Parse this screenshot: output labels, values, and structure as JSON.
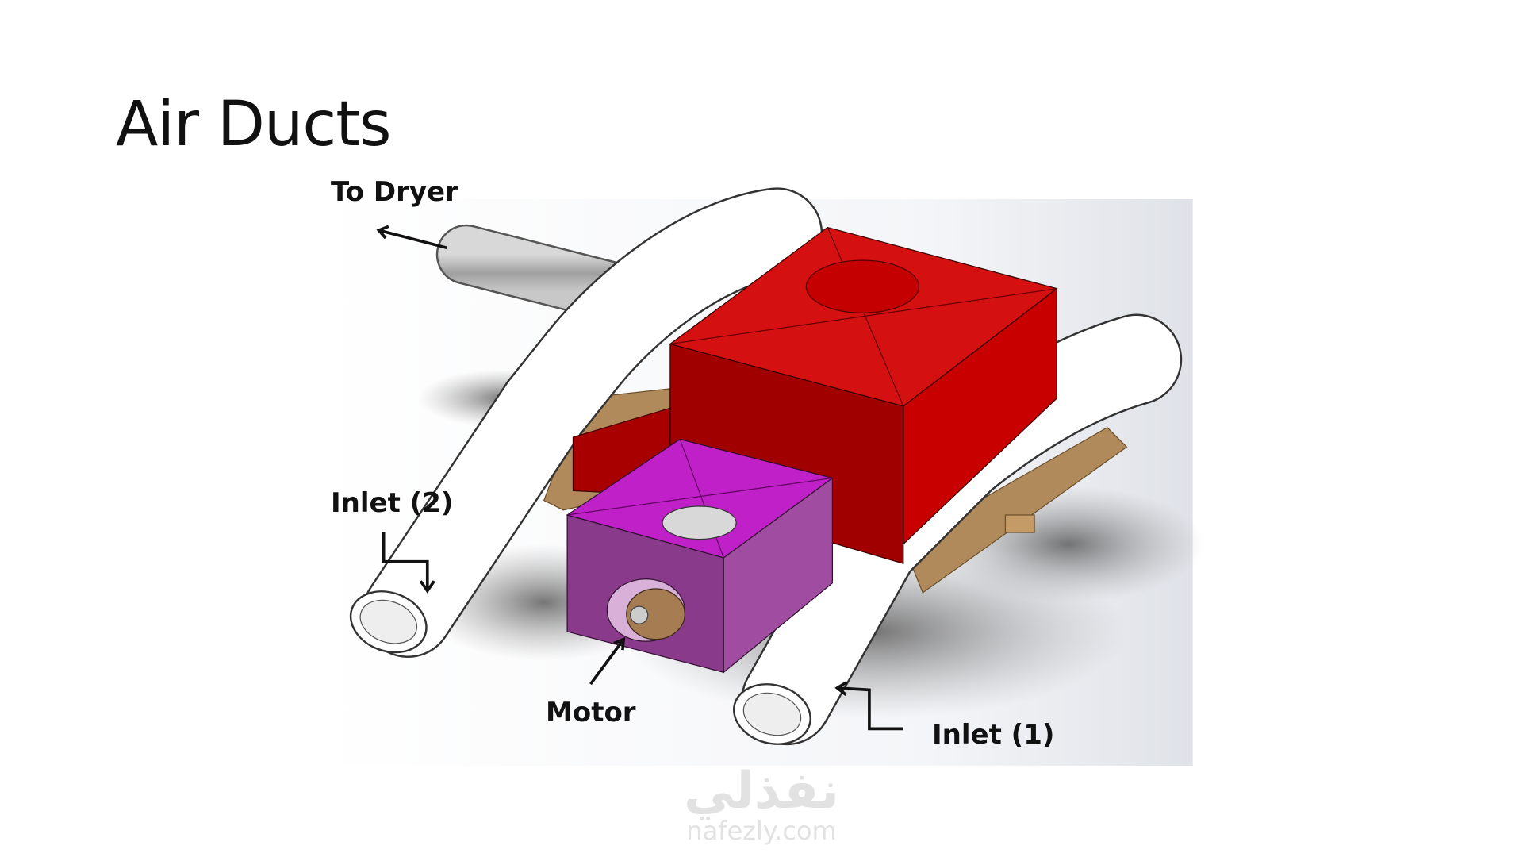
{
  "slide": {
    "title": "Air Ducts"
  },
  "labels": {
    "to_dryer": "To Dryer",
    "inlet_2": "Inlet (2)",
    "motor": "Motor",
    "inlet_1": "Inlet (1)"
  },
  "watermark": {
    "arabic": "نفذلي",
    "url": "nafezly.com"
  },
  "colors": {
    "red_box": "#c20000",
    "purple_box": "#a040a0",
    "ducts": "#ffffff",
    "pipe": "#a8a8a8",
    "platform": "#b08a5a"
  }
}
